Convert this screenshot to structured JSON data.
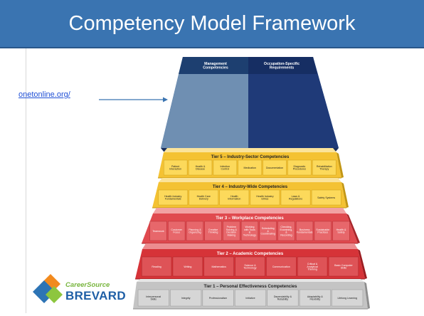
{
  "slide": {
    "title": "Competency Model Framework",
    "link_text": "onetonline.org/"
  },
  "top_block": {
    "left_label": "Management Competencies",
    "right_label": "Occupation-Specific Requirements"
  },
  "tiers": [
    {
      "id": "tier5",
      "title": "Tier 5 – Industry-Sector Competencies",
      "colors": {
        "face": "#f4c233",
        "top": "#fbe39a",
        "side": "#c29614",
        "box": "#fcd95b",
        "text": "#222222"
      },
      "boxes": [
        "Patient Interaction",
        "Health & Disease",
        "Infection Control",
        "Medication",
        "Documentation",
        "Diagnostic Procedures",
        "Rehabilitation Therapy"
      ]
    },
    {
      "id": "tier4",
      "title": "Tier 4 – Industry-Wide Competencies",
      "colors": {
        "face": "#f4c233",
        "top": "#fbe39a",
        "side": "#c29614",
        "box": "#fcd95b",
        "text": "#222222"
      },
      "boxes": [
        "Health Industry Fundamentals",
        "Health Care Delivery",
        "Health Information",
        "Health Industry Ethics",
        "Laws & Regulations",
        "Safety Systems"
      ]
    },
    {
      "id": "tier3",
      "title": "Tier 3 – Workplace Competencies",
      "colors": {
        "face": "#e04a4f",
        "top": "#f2a1a3",
        "side": "#a8262b",
        "box": "#e7676b",
        "text": "#ffffff"
      },
      "boxes": [
        "Teamwork",
        "Customer Focus",
        "Planning & Organizing",
        "Creative Thinking",
        "Problem Solving & Decision Making",
        "Working with Tools & Technology",
        "Scheduling & Coordinating",
        "Checking, Examining, & Recording",
        "Business Fundamentals",
        "Sustainable Practices",
        "Health & Safety"
      ]
    },
    {
      "id": "tier2",
      "title": "Tier 2 – Academic Competencies",
      "colors": {
        "face": "#d63338",
        "top": "#ec8c8f",
        "side": "#9c1c20",
        "box": "#de5357",
        "text": "#ffffff"
      },
      "boxes": [
        "Reading",
        "Writing",
        "Mathematics",
        "Science & Technology",
        "Communication",
        "Critical & Analytical Thinking",
        "Basic Computer Skills"
      ]
    },
    {
      "id": "tier1",
      "title": "Tier 1 – Personal Effectiveness Competencies",
      "colors": {
        "face": "#c4c4c4",
        "top": "#e6e6e6",
        "side": "#8e8e8e",
        "box": "#d6d6d6",
        "text": "#222222"
      },
      "boxes": [
        "Interpersonal Skills",
        "Integrity",
        "Professionalism",
        "Initiative",
        "Dependability & Reliability",
        "Adaptability & Flexibility",
        "Lifelong Learning"
      ]
    }
  ],
  "logo": {
    "line1": "CareerSource",
    "line2": "BREVARD",
    "colors": {
      "orange": "#f28a1e",
      "blue": "#2d74b5",
      "green": "#8dc63f",
      "line1": "#7ab640",
      "line2": "#1f5fa6"
    }
  }
}
